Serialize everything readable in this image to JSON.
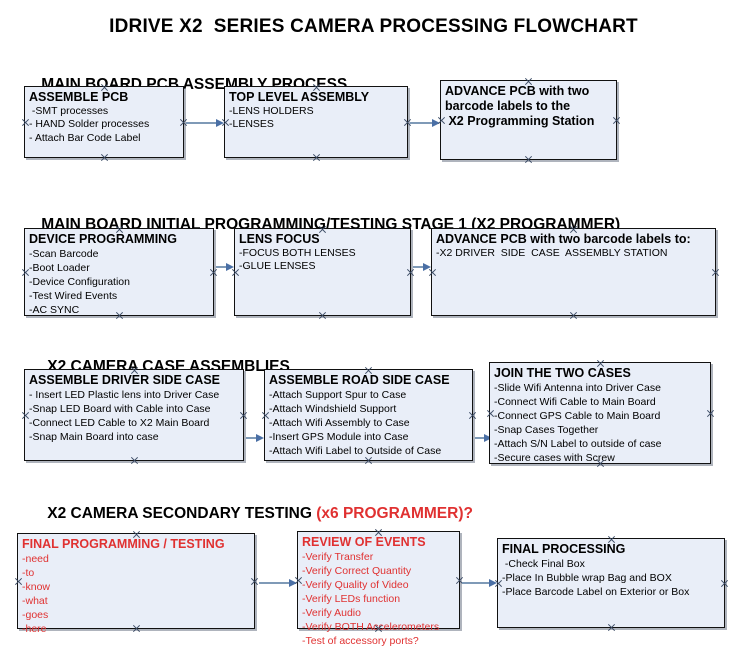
{
  "document": {
    "title": "IDRIVE X2  SERIES CAMERA PROCESSING FLOWCHART",
    "box_fill_color": "#e9eef8",
    "box_border_color": "#111111",
    "accent_red": "#e03131",
    "connector_color": "#7f9ab7"
  },
  "sections": [
    {
      "heading": "MAIN BOARD PCB ASSEMBLY PROCESS",
      "heading_red": "",
      "boxes": [
        {
          "title": "ASSEMBLE PCB",
          "lines": [
            " -SMT processes",
            "- HAND Solder processes",
            "- Attach Bar Code Label"
          ]
        },
        {
          "title": "TOP LEVEL ASSEMBLY",
          "lines": [
            "-LENS HOLDERS",
            "-LENSES"
          ]
        },
        {
          "title": "ADVANCE PCB with two",
          "lines": [
            "barcode labels to the",
            " X2 Programming Station"
          ]
        }
      ]
    },
    {
      "heading": "MAIN BOARD INITIAL PROGRAMMING/TESTING STAGE 1 (X2 PROGRAMMER)",
      "heading_red": "",
      "boxes": [
        {
          "title": "DEVICE PROGRAMMING",
          "lines": [
            "-Scan Barcode",
            "-Boot Loader",
            "-Device Configuration",
            "-Test Wired Events",
            "-AC SYNC"
          ]
        },
        {
          "title": "LENS FOCUS",
          "lines": [
            "-FOCUS BOTH LENSES",
            "-GLUE LENSES"
          ]
        },
        {
          "title": "ADVANCE PCB with two barcode labels to:",
          "lines": [
            "-X2 DRIVER  SIDE  CASE  ASSEMBLY STATION"
          ]
        }
      ]
    },
    {
      "heading": "X2 CAMERA CASE ASSEMBLIES",
      "heading_red": "",
      "boxes": [
        {
          "title": "ASSEMBLE DRIVER SIDE CASE",
          "lines": [
            "- Insert LED Plastic lens into Driver Case",
            "-Snap LED Board with Cable into Case",
            "-Connect LED Cable to X2 Main Board",
            "-Snap Main Board into case"
          ]
        },
        {
          "title": "ASSEMBLE ROAD SIDE CASE",
          "lines": [
            "-Attach Support Spur to Case",
            "-Attach Windshield Support",
            "-Attach Wifi Assembly to Case",
            "-Insert GPS Module into Case",
            "-Attach Wifi Label to Outside of Case"
          ]
        },
        {
          "title": "JOIN THE TWO CASES",
          "lines": [
            "-Slide Wifi Antenna into Driver Case",
            "-Connect Wifi Cable to Main Board",
            "-Connect GPS Cable to Main Board",
            "-Snap Cases Together",
            "-Attach S/N Label to outside of case",
            "-Secure cases with Screw"
          ]
        }
      ]
    },
    {
      "heading": "X2 CAMERA SECONDARY TESTING ",
      "heading_red": "(x6 PROGRAMMER)?",
      "boxes": [
        {
          "title": "FINAL PROGRAMMING / TESTING",
          "lines": [
            "-need",
            "-to",
            "-know",
            "-what",
            "-goes",
            "-here"
          ]
        },
        {
          "title": "REVIEW OF EVENTS",
          "lines": [
            "-Verify Transfer",
            "-Verify Correct Quantity",
            "-Verify Quality of Video",
            "-Verify LEDs function",
            "-Verify Audio",
            "-Verify BOTH Accelerometers",
            "-Test of accessory ports?"
          ]
        },
        {
          "title": "FINAL PROCESSING",
          "lines": [
            " -Check Final Box",
            "-Place In Bubble wrap Bag and BOX",
            "-Place Barcode Label on Exterior or Box"
          ]
        }
      ]
    }
  ]
}
